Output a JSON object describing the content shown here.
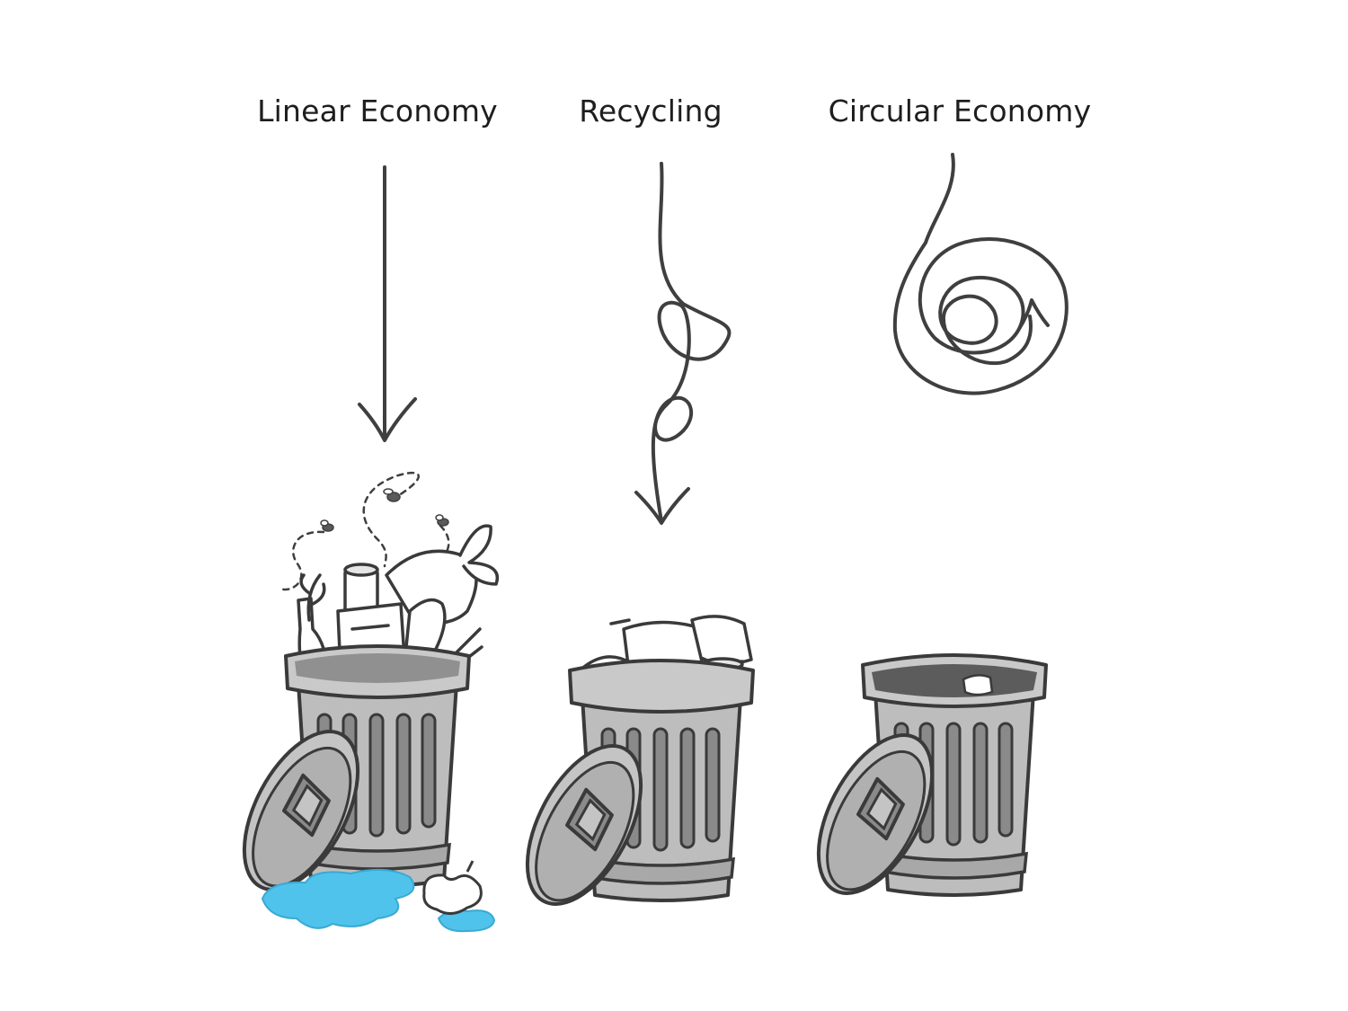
{
  "columns": [
    {
      "id": "linear",
      "label": "Linear Economy",
      "path_style": "straight-arrow",
      "bin_state": "overflowing"
    },
    {
      "id": "recycling",
      "label": "Recycling",
      "path_style": "looped-arrow",
      "bin_state": "partly-filled"
    },
    {
      "id": "circular",
      "label": "Circular Economy",
      "path_style": "spiral-loop",
      "bin_state": "nearly-empty"
    }
  ],
  "colors": {
    "ink": "#3f3f3f",
    "bin_fill": "#bdbdbd",
    "bin_dark": "#8a8a8a",
    "bin_inner": "#6b6b6b",
    "spill": "#4fc3ec",
    "background": "#ffffff"
  },
  "icons": [
    "down-arrow-icon",
    "loop-arrow-icon",
    "spiral-arrow-icon",
    "trash-bin-icon",
    "fly-icon",
    "puddle-icon"
  ]
}
